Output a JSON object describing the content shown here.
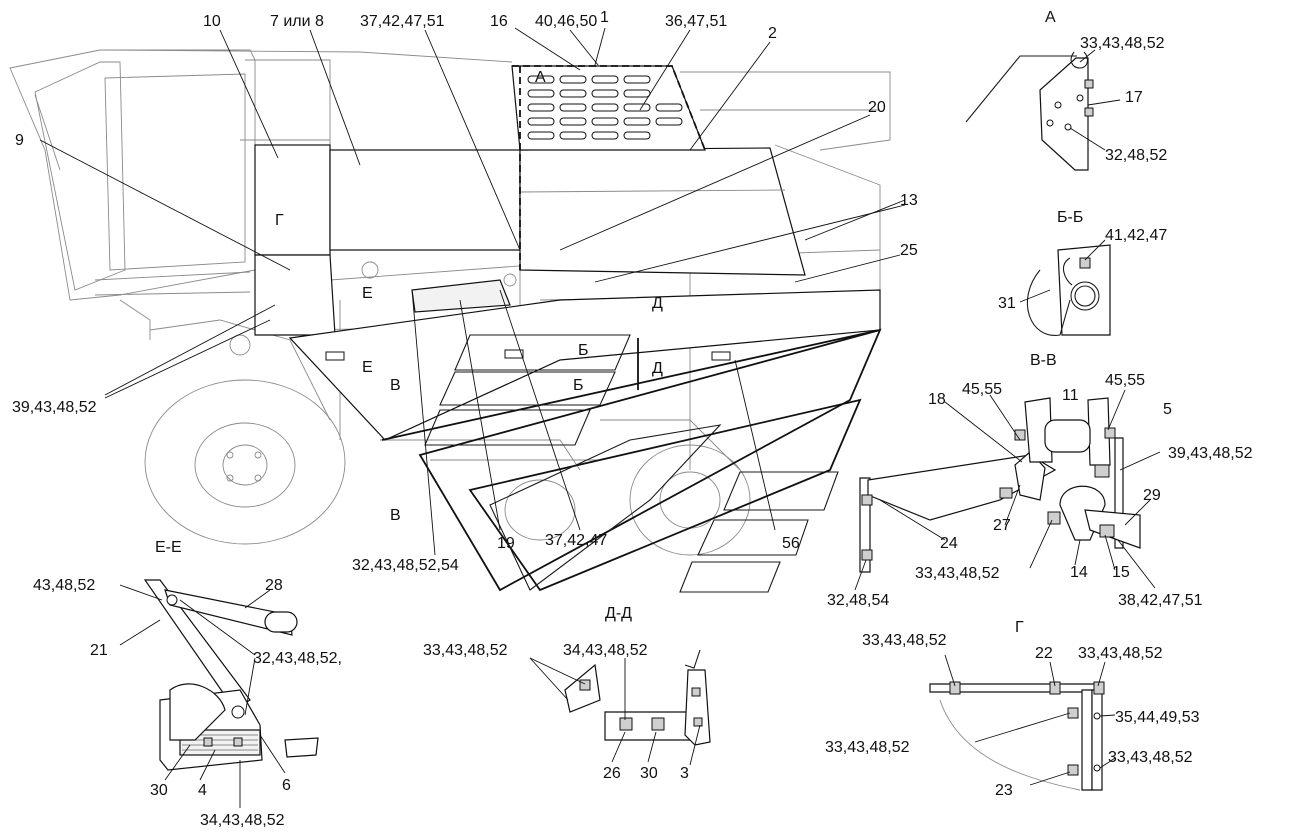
{
  "callouts": {
    "c10": "10",
    "c7or8": "7 или 8",
    "c37_42_47_51_top": "37,42,47,51",
    "c16": "16",
    "c40_46_50": "40,46,50",
    "c1": "1",
    "c36_47_51": "36,47,51",
    "c2": "2",
    "cA_main": "А",
    "c9": "9",
    "c20": "20",
    "c13": "13",
    "c25": "25",
    "cG_main": "Г",
    "cE_main1": "Е",
    "cE_main2": "Е",
    "cD_main1": "Д",
    "cD_main2": "Д",
    "cB_main1": "Б",
    "cB_main2": "Б",
    "cV_main1": "В",
    "cV_main2": "В",
    "c39_43_48_52_left": "39,43,48,52",
    "c32_43_48_52_54": "32,43,48,52,54",
    "c19": "19",
    "c37_42_47": "37,42,47",
    "c56": "56"
  },
  "views": {
    "A": {
      "title": "А",
      "l1": "33,43,48,52",
      "l2": "17",
      "l3": "32,48,52"
    },
    "BB": {
      "title": "Б-Б",
      "l1": "41,42,47",
      "l2": "31"
    },
    "VV": {
      "title": "В-В",
      "l1": "18",
      "l2": "45,55",
      "l3": "11",
      "l4": "45,55",
      "l5": "5",
      "l6": "39,43,48,52",
      "l7": "29",
      "l8": "27",
      "l9": "24",
      "l10": "33,43,48,52",
      "l11": "14",
      "l12": "15",
      "l13": "38,42,47,51",
      "l14": "32,48,54"
    },
    "EE": {
      "title": "Е-Е",
      "l1": "43,48,52",
      "l2": "28",
      "l3": "21",
      "l4": "32,43,48,52,",
      "l5": "30",
      "l6": "4",
      "l7": "6",
      "l8": "34,43,48,52"
    },
    "DD": {
      "title": "Д-Д",
      "l1": "33,43,48,52",
      "l2": "34,43,48,52",
      "l3": "26",
      "l4": "30",
      "l5": "3"
    },
    "G": {
      "title": "Г",
      "l1": "33,43,48,52",
      "l2": "22",
      "l3": "33,43,48,52",
      "l4": "35,44,49,53",
      "l5": "33,43,48,52",
      "l6": "23",
      "l7": "33,43,48,52"
    }
  }
}
